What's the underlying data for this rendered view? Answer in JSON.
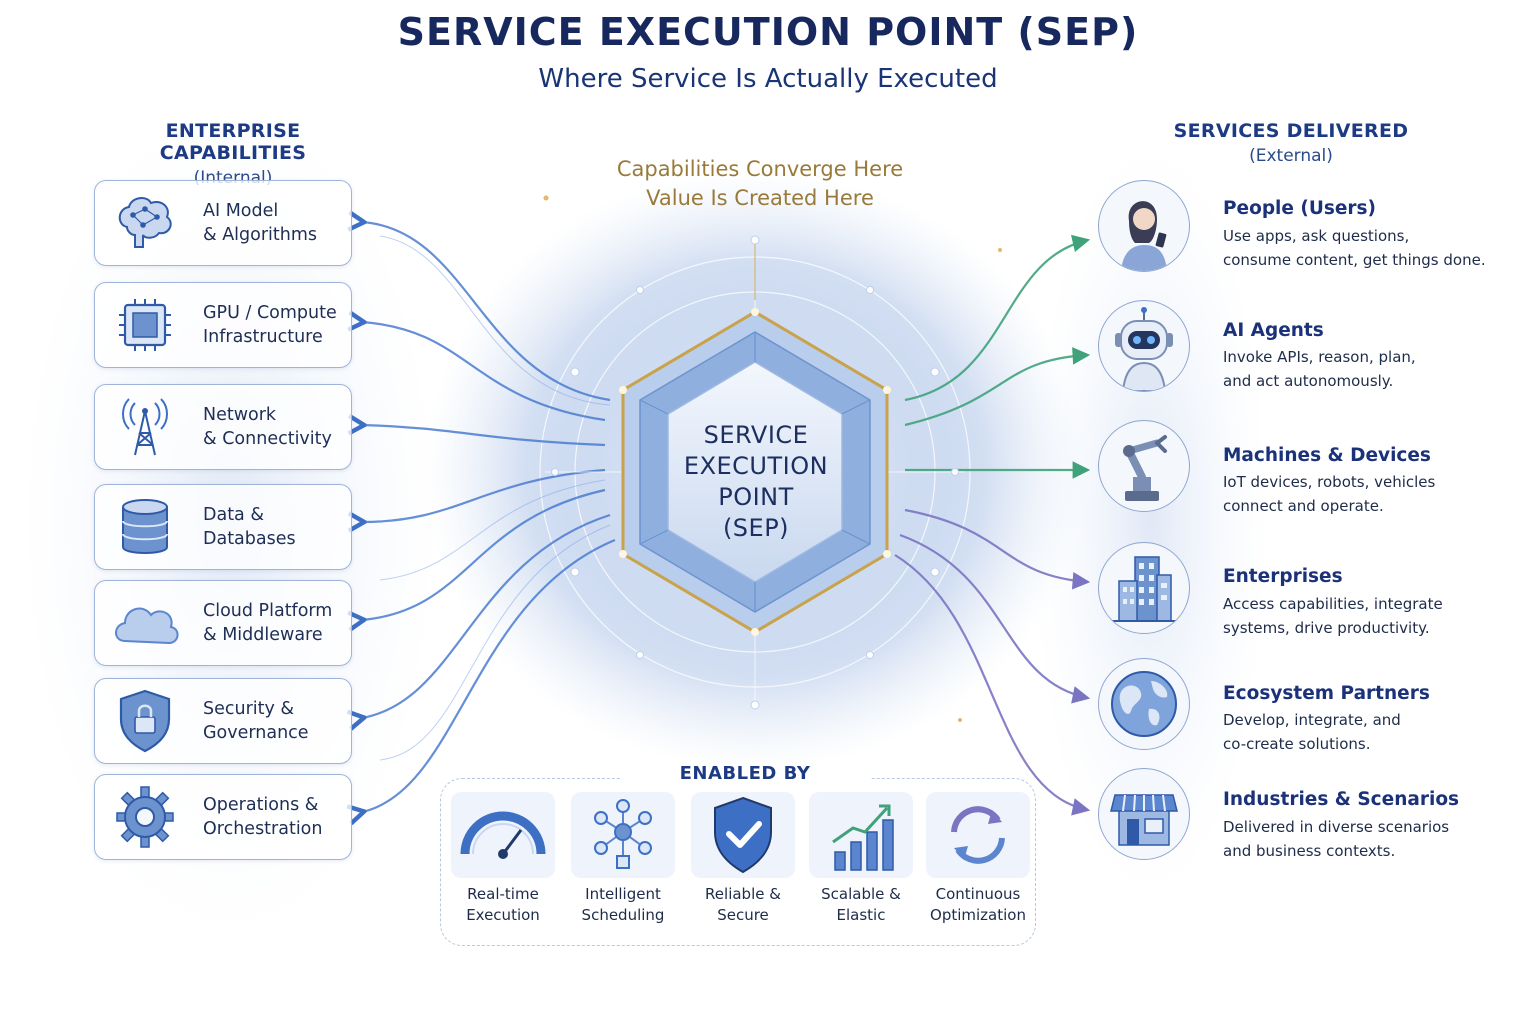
{
  "title": "SERVICE EXECUTION POINT (SEP)",
  "subtitle": "Where Service Is Actually Executed",
  "left_column": {
    "heading": "ENTERPRISE CAPABILITIES",
    "subheading": "(Internal)",
    "items": [
      {
        "line1": "AI Model",
        "line2": "& Algorithms",
        "icon": "brain-network-icon"
      },
      {
        "line1": "GPU / Compute",
        "line2": "Infrastructure",
        "icon": "chip-icon"
      },
      {
        "line1": "Network",
        "line2": "& Connectivity",
        "icon": "antenna-tower-icon"
      },
      {
        "line1": "Data &",
        "line2": "Databases",
        "icon": "database-icon"
      },
      {
        "line1": "Cloud Platform",
        "line2": "& Middleware",
        "icon": "cloud-icon"
      },
      {
        "line1": "Security &",
        "line2": "Governance",
        "icon": "shield-lock-icon"
      },
      {
        "line1": "Operations &",
        "line2": "Orchestration",
        "icon": "gear-icon"
      }
    ]
  },
  "center": {
    "caption_line1": "Capabilities Converge Here",
    "caption_line2": "Value Is Created Here",
    "sep_lines": [
      "SERVICE",
      "EXECUTION",
      "POINT",
      "(SEP)"
    ]
  },
  "right_column": {
    "heading": "SERVICES DELIVERED",
    "subheading": "(External)",
    "items": [
      {
        "title": "People (Users)",
        "desc1": "Use apps, ask questions,",
        "desc2": "consume content, get things done.",
        "icon": "person-phone-icon"
      },
      {
        "title": "AI Agents",
        "desc1": "Invoke APIs, reason, plan,",
        "desc2": "and act autonomously.",
        "icon": "robot-icon"
      },
      {
        "title": "Machines & Devices",
        "desc1": "IoT devices, robots, vehicles",
        "desc2": "connect and operate.",
        "icon": "robot-arm-icon"
      },
      {
        "title": "Enterprises",
        "desc1": "Access capabilities, integrate",
        "desc2": "systems, drive productivity.",
        "icon": "building-icon"
      },
      {
        "title": "Ecosystem Partners",
        "desc1": "Develop, integrate, and",
        "desc2": "co-create solutions.",
        "icon": "globe-icon"
      },
      {
        "title": "Industries & Scenarios",
        "desc1": "Delivered in diverse scenarios",
        "desc2": "and business contexts.",
        "icon": "storefront-icon"
      }
    ]
  },
  "enabled_by": {
    "heading": "ENABLED BY",
    "items": [
      {
        "line1": "Real-time",
        "line2": "Execution",
        "icon": "speedometer-icon"
      },
      {
        "line1": "Intelligent",
        "line2": "Scheduling",
        "icon": "network-nodes-icon"
      },
      {
        "line1": "Reliable &",
        "line2": "Secure",
        "icon": "shield-check-icon"
      },
      {
        "line1": "Scalable &",
        "line2": "Elastic",
        "icon": "growth-bars-icon"
      },
      {
        "line1": "Continuous",
        "line2": "Optimization",
        "icon": "cycle-arrows-icon"
      }
    ]
  },
  "colors": {
    "title": "#16285e",
    "accent_blue": "#3d6fc4",
    "gold": "#c9a24a",
    "green_arrow": "#3fa27a",
    "purple_arrow": "#7a74c2"
  }
}
